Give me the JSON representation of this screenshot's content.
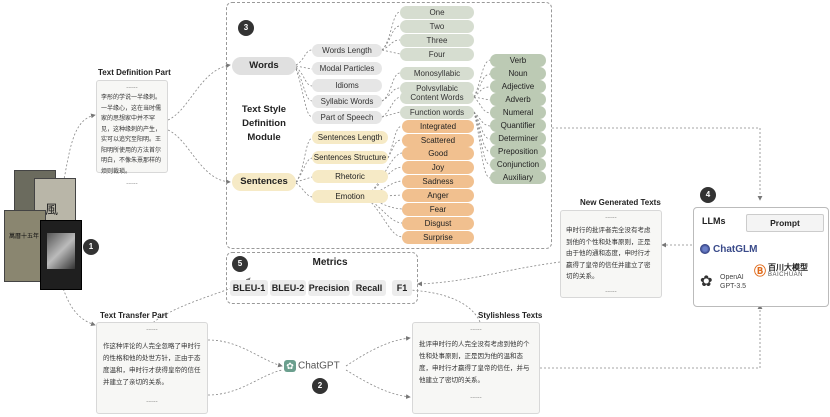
{
  "badges": [
    "1",
    "2",
    "3",
    "4",
    "5"
  ],
  "text_definition": {
    "title": "Text Definition Part",
    "dots_top": "......",
    "body": "李彤的学说一半缘刺。一半缘心，这在当时儒家的思想家中并不罕见，这种缘刺的产生，实可以追究至阳明。王阳明所使用的方法首尔明白，不像朱熹那样的烦则裁琐。",
    "dots_bottom": "......"
  },
  "style_module": {
    "title_lines": [
      "Text Style",
      "Definition",
      "Module"
    ],
    "words_label": "Words",
    "sentences_label": "Sentences",
    "word_attrs": [
      "Words Length",
      "Modal Particles",
      "Idioms",
      "Syllabic Words",
      "Part of Speech"
    ],
    "word_length_values": [
      "One",
      "Two",
      "Three",
      "Four"
    ],
    "syllabic_values": [
      "Monosyllabic",
      "Polysyllabic"
    ],
    "pos_types": [
      "Content Words",
      "Function words"
    ],
    "pos_tags": [
      "Verb",
      "Noun",
      "Adjective",
      "Adverb",
      "Numeral",
      "Quantifier",
      "Determiner",
      "Preposition",
      "Conjunction",
      "Auxiliary"
    ],
    "sentence_attrs": [
      "Sentences Length",
      "Sentences Structure",
      "Rhetoric",
      "Emotion"
    ],
    "structure_values": [
      "Integrated",
      "Scattered"
    ],
    "emotions": [
      "Good",
      "Joy",
      "Sadness",
      "Anger",
      "Fear",
      "Disgust",
      "Surprise"
    ]
  },
  "metrics": {
    "title": "Metrics",
    "items": [
      "BLEU-1",
      "BLEU-2",
      "Precision",
      "Recall",
      "F1"
    ]
  },
  "new_generated": {
    "title": "New Generated Texts",
    "dots_top": "......",
    "body": "申时行的批评者完全没有考虑到他的个性和处事原则，正是由于他的通和态度，申时行才赢得了皇帝的信任并建立了密切的关系。",
    "dots_bottom": "......"
  },
  "llms": {
    "title": "LLMs",
    "prompt_label": "Prompt",
    "chatglm": "ChatGLM",
    "baichuan_cn": "百川大模型",
    "baichuan_en": "BAICHUAN",
    "openai_line1": "OpenAI",
    "openai_line2": "GPT-3.5"
  },
  "transfer": {
    "title": "Text Transfer Part",
    "dots_top": "......",
    "body": "作这种评论的人完全忽略了申时行的性格和他的处世方针，正由于态度温和，申时行才获得皇帝的信任并建立了亲切的关系。",
    "dots_bottom": "......",
    "chatgpt": "ChatGPT"
  },
  "stylishless": {
    "title": "Stylishless Texts",
    "dots_top": "......",
    "body": "批评申时行的人完全没有考虑到他的个性和处事原则，正是因为他的温和态度，申时行才赢得了皇帝的信任，并与他建立了密切的关系。",
    "dots_bottom": "......"
  },
  "books": {
    "spine1": "風",
    "spine2": "萬曆十五年"
  }
}
